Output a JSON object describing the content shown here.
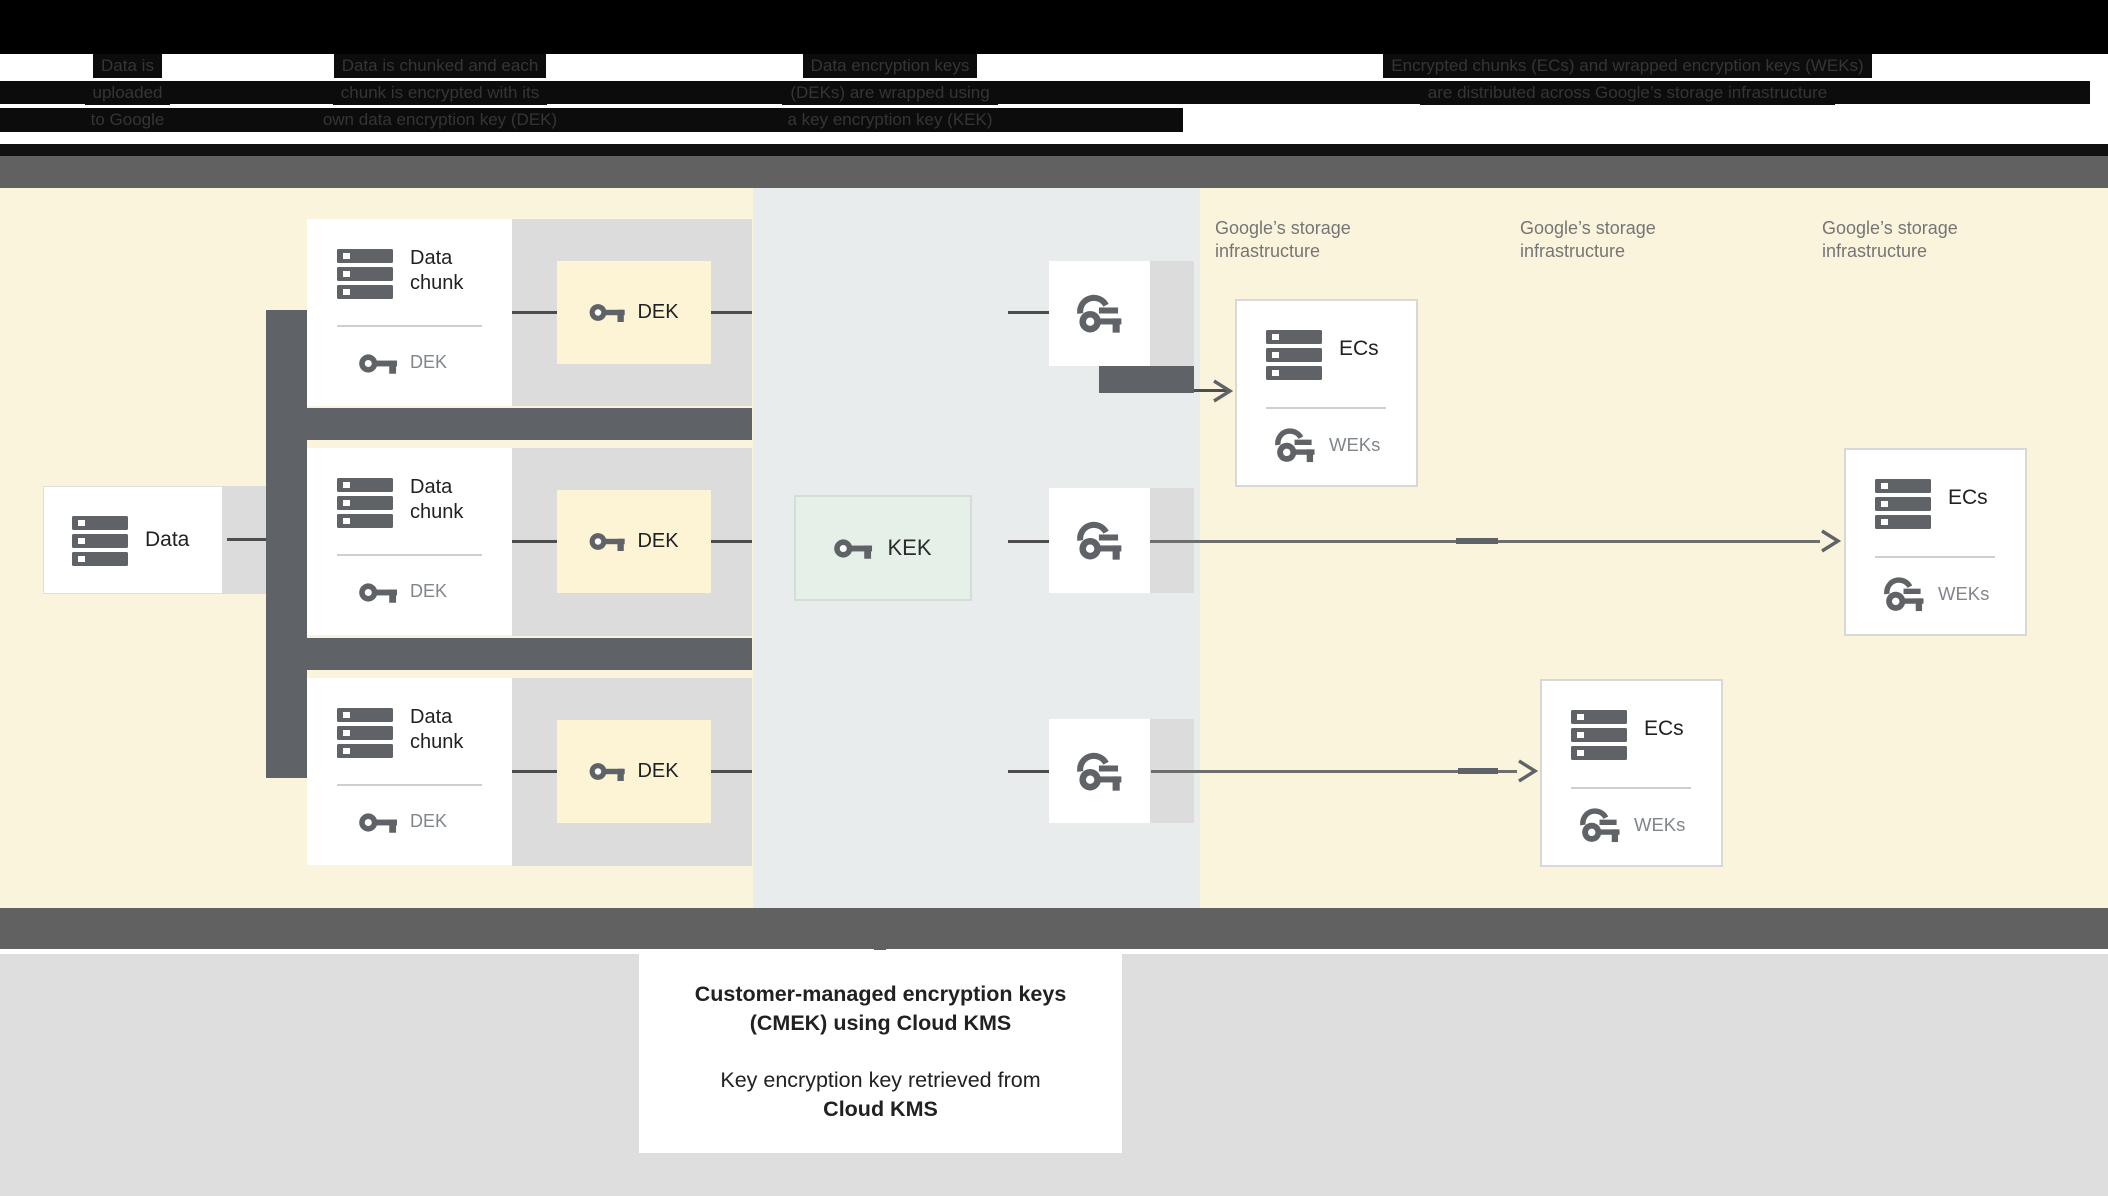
{
  "header": {
    "captions": [
      {
        "line1": "Data is",
        "line2": "uploaded",
        "line3": "to Google"
      },
      {
        "line1": "Data is chunked and each",
        "line2": "chunk is encrypted with its",
        "line3": "own data encryption key (DEK)"
      },
      {
        "line1": "Data encryption keys",
        "line2": "(DEKs) are wrapped using",
        "line3": "a key encryption key (KEK)"
      },
      {
        "line1": "Encrypted chunks (ECs) and wrapped encryption keys (WEKs)",
        "line2": "are distributed across Google’s storage infrastructure"
      }
    ]
  },
  "diagram": {
    "data_box": {
      "label": "Data"
    },
    "chunk_boxes": [
      {
        "title_line1": "Data",
        "title_line2": "chunk",
        "key_label": "DEK"
      },
      {
        "title_line1": "Data",
        "title_line2": "chunk",
        "key_label": "DEK"
      },
      {
        "title_line1": "Data",
        "title_line2": "chunk",
        "key_label": "DEK"
      }
    ],
    "dek_boxes": [
      {
        "label": "DEK"
      },
      {
        "label": "DEK"
      },
      {
        "label": "DEK"
      }
    ],
    "kek_box": {
      "label": "KEK"
    },
    "storage_labels": [
      {
        "line1": "Google’s storage",
        "line2": "infrastructure"
      },
      {
        "line1": "Google’s storage",
        "line2": "infrastructure"
      },
      {
        "line1": "Google’s storage",
        "line2": "infrastructure"
      }
    ],
    "ecs_boxes": [
      {
        "title": "ECs",
        "key_label": "WEKs"
      },
      {
        "title": "ECs",
        "key_label": "WEKs"
      },
      {
        "title": "ECs",
        "key_label": "WEKs"
      }
    ]
  },
  "callout": {
    "line1": "Customer-managed encryption keys",
    "line2": "(CMEK) using Cloud KMS",
    "line3": "Key encryption key retrieved from",
    "line4": "Cloud KMS"
  },
  "colors": {
    "cream_background": "#fbf4dd",
    "kms_zone_background": "#e8eced",
    "dark_gray": "#5f6368",
    "band_gray": "#616161",
    "panel_gray": "#dcdcdd",
    "bottom_gray": "#dedede",
    "kek_green": "#e4f0e8",
    "dek_cream": "#fdf3d5",
    "muted_text": "#80868b",
    "label_text": "#757575"
  }
}
